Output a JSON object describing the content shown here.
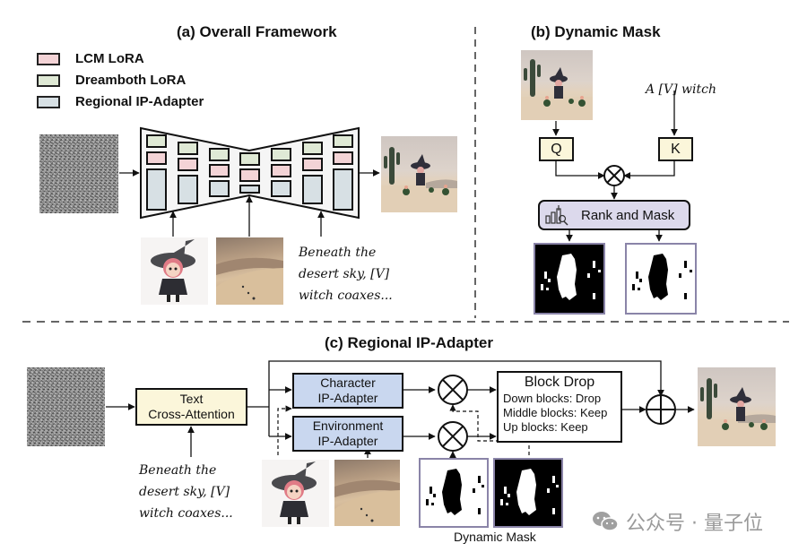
{
  "panels": {
    "a": {
      "title": "(a) Overall Framework",
      "legend": [
        {
          "label": "LCM LoRA",
          "color": "#f3d3d6"
        },
        {
          "label": "Dreamboth LoRA",
          "color": "#dfe9d5"
        },
        {
          "label": "Regional IP-Adapter",
          "color": "#d7e0e4"
        }
      ],
      "prompt_lines": [
        "Beneath the",
        "desert sky, [V]",
        "witch coaxes..."
      ]
    },
    "b": {
      "title": "(b) Dynamic Mask",
      "text_prompt": "A [V] witch",
      "q_label": "Q",
      "k_label": "K",
      "rank_label": "Rank and Mask"
    },
    "c": {
      "title": "(c) Regional IP-Adapter",
      "text_cross_attention": [
        "Text",
        "Cross-Attention"
      ],
      "character_adapter": [
        "Character",
        "IP-Adapter"
      ],
      "environment_adapter": [
        "Environment",
        "IP-Adapter"
      ],
      "block_drop": {
        "title": "Block Drop",
        "lines": [
          "Down blocks: Drop",
          "Middle blocks: Keep",
          "Up blocks: Keep"
        ]
      },
      "prompt_lines": [
        "Beneath the",
        "desert sky, [V]",
        "witch coaxes..."
      ],
      "dynamic_mask_label": "Dynamic Mask"
    }
  },
  "colors": {
    "qk_fill": "#fbf6da",
    "adapter_fill": "#c9d7ef",
    "rank_fill": "#dcd9ec",
    "mask_border": "#8a84a8"
  },
  "watermark": {
    "icon": "wechat-icon",
    "text": "公众号 · 量子位"
  }
}
